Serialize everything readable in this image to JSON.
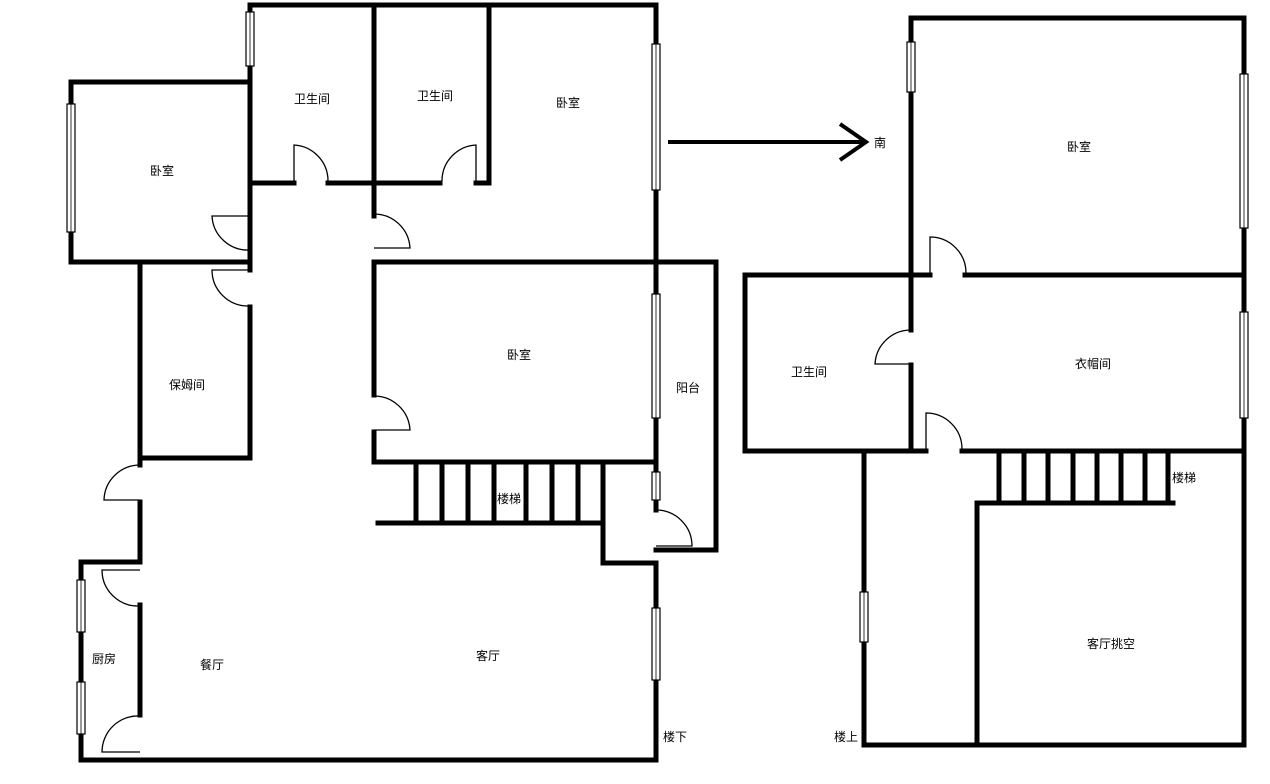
{
  "floor_lower": {
    "rooms": {
      "bedroom_west": "卧室",
      "bathroom_1": "卫生间",
      "bathroom_2": "卫生间",
      "bedroom_north": "卧室",
      "bedroom_center": "卧室",
      "nanny_room": "保姆间",
      "balcony": "阳台",
      "stairs": "楼梯",
      "kitchen": "厨房",
      "dining": "餐厅",
      "living": "客厅"
    },
    "floor_label": "楼下"
  },
  "compass": {
    "label": "南"
  },
  "floor_upper": {
    "rooms": {
      "bedroom": "卧室",
      "bathroom": "卫生间",
      "cloakroom": "衣帽间",
      "stairs": "楼梯",
      "living_void": "客厅挑空"
    },
    "floor_label": "楼上"
  }
}
